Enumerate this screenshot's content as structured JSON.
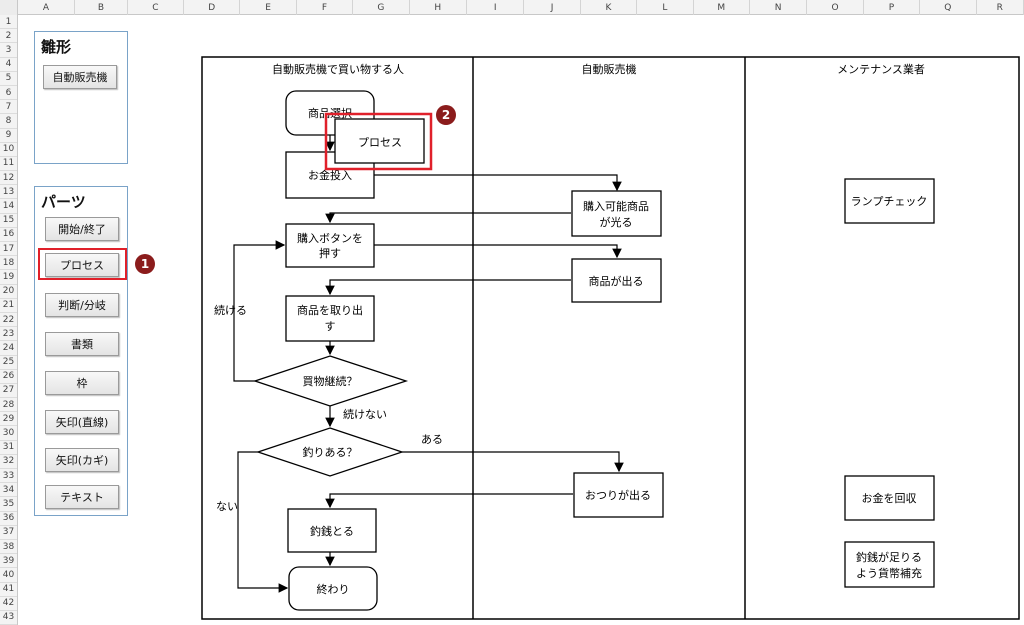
{
  "columns": [
    "A",
    "B",
    "C",
    "D",
    "E",
    "F",
    "G",
    "H",
    "I",
    "J",
    "K",
    "L",
    "M",
    "N",
    "O",
    "P",
    "Q",
    "R"
  ],
  "rows": [
    "1",
    "2",
    "3",
    "4",
    "5",
    "6",
    "7",
    "8",
    "9",
    "10",
    "11",
    "12",
    "13",
    "14",
    "15",
    "16",
    "17",
    "18",
    "19",
    "20",
    "21",
    "22",
    "23",
    "24",
    "25",
    "26",
    "27",
    "28",
    "29",
    "30",
    "31",
    "32",
    "33",
    "34",
    "35",
    "36",
    "37",
    "38",
    "39",
    "40",
    "41",
    "42",
    "43"
  ],
  "template_panel": {
    "title": "雛形",
    "button": "自動販売機"
  },
  "parts_panel": {
    "title": "パーツ",
    "buttons": [
      "開始/終了",
      "プロセス",
      "判断/分岐",
      "書類",
      "枠",
      "矢印(直線)",
      "矢印(カギ)",
      "テキスト"
    ]
  },
  "badges": [
    "1",
    "2"
  ],
  "lanes": {
    "customer": "自動販売機で買い物する人",
    "machine": "自動販売機",
    "maintenance": "メンテナンス業者"
  },
  "nodes": {
    "select": "商品選択",
    "insert": "お金投入",
    "floating_process": "プロセス",
    "press_1": "購入ボタンを",
    "press_2": "押す",
    "takeout_1": "商品を取り出",
    "takeout_2": "す",
    "continue_q": "買物継続？",
    "change_q": "釣りある？",
    "take_change": "釣銭とる",
    "end": "終わり",
    "light_1": "購入可能商品",
    "light_2": "が光る",
    "product_out": "商品が出る",
    "change_out": "おつりが出る",
    "lamp_check": "ランプチェック",
    "collect": "お金を回収",
    "refill_1": "釣銭が足りる",
    "refill_2": "よう貨幣補充"
  },
  "labels": {
    "continue": "続ける",
    "not_continue": "続けない",
    "yes": "ある",
    "no": "ない"
  },
  "colors": {
    "highlight": "#e0202a",
    "badge": "#8b1c1c",
    "panel_border": "#7aa3c8"
  }
}
